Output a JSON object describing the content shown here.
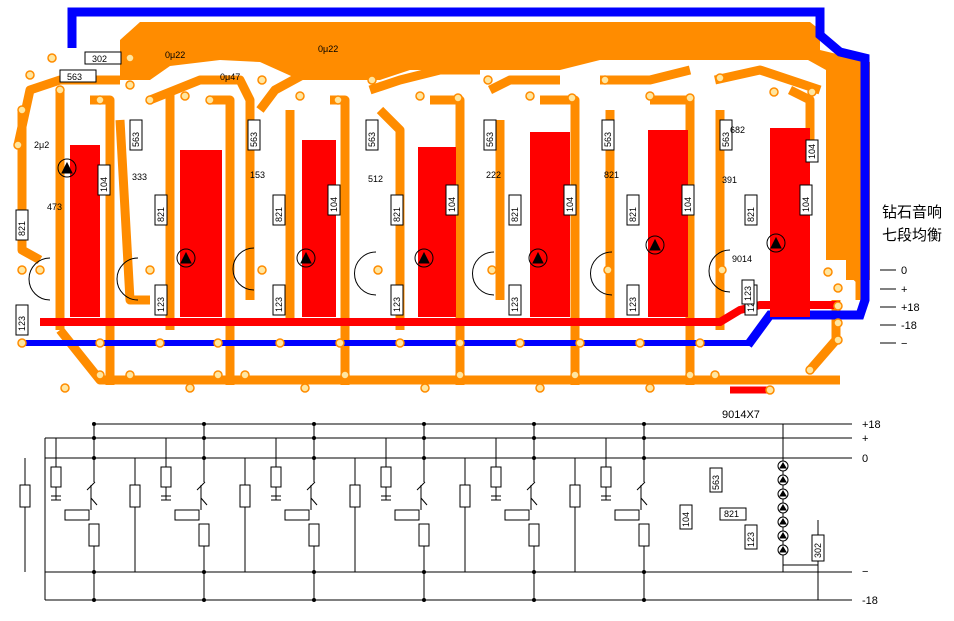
{
  "title_cn": {
    "line1": "钻石音响",
    "line2": "七段均衡"
  },
  "transistor_note": "9014X7",
  "q_label": "9014",
  "rails_pcb": [
    {
      "label": "0",
      "color": "#ffffff"
    },
    {
      "label": "+",
      "color": "#ffffff"
    },
    {
      "label": "+18",
      "color": "#ffffff"
    },
    {
      "label": "-18",
      "color": "#ffffff"
    },
    {
      "label": "−",
      "color": "#ffffff"
    }
  ],
  "rails_sch": [
    {
      "label": "+18"
    },
    {
      "label": "+"
    },
    {
      "label": "0"
    },
    {
      "label": "−"
    },
    {
      "label": "-18"
    }
  ],
  "pcb_top": {
    "r302": "302",
    "r563": "563",
    "c1": "0μ22",
    "c2": "0μ47",
    "c3": "0μ22",
    "c4": "2μ2",
    "c5": "473"
  },
  "pcb_left": {
    "r821": "821",
    "r123": "123"
  },
  "stages": [
    {
      "cap": "333",
      "r_top": "563",
      "r_mid": "821",
      "r_bot": "123",
      "r_side": "104"
    },
    {
      "cap": "153",
      "r_top": "563",
      "r_mid": "821",
      "r_bot": "123",
      "r_side": "104"
    },
    {
      "cap": "512",
      "r_top": "563",
      "r_mid": "821",
      "r_bot": "123",
      "r_side": "104"
    },
    {
      "cap": "222",
      "r_top": "563",
      "r_mid": "821",
      "r_bot": "123",
      "r_side": "104"
    },
    {
      "cap": "821",
      "r_top": "563",
      "r_mid": "821",
      "r_bot": "123",
      "r_side": "104"
    },
    {
      "cap": "391",
      "r_top": "563",
      "r_mid": "821",
      "r_bot": "123",
      "r_side": "104"
    },
    {
      "cap": "682",
      "r_top": "563",
      "r_mid": "821",
      "r_bot": "123",
      "r_side": "104"
    }
  ],
  "sch_labels": {
    "r104": "104",
    "r563": "563",
    "r821": "821",
    "r123": "123",
    "r302": "302"
  },
  "colors": {
    "copper": "#ff8c00",
    "red": "#ff0000",
    "blue": "#0000ff",
    "pad": "#ffe6a0"
  }
}
